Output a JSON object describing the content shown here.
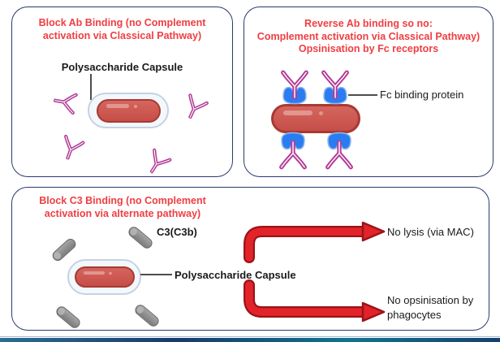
{
  "colors": {
    "title_red": "#ef3e42",
    "panel_border": "#2b3a6b",
    "antibody_magenta": "#b23a97",
    "bacterium_red": "#c54f48",
    "capsule_border": "#c6d2e2",
    "fc_protein_blue": "#2b7cf0",
    "c3_rod_gray": "#8f8f8f",
    "arrow_red": "#e2242a",
    "footer_teal": "#0f7490",
    "footer_navy": "#173a6f"
  },
  "panels": {
    "block_ab": {
      "title": "Block Ab Binding (no Complement\nactivation via Classical Pathway)",
      "capsule_label": "Polysaccharide Capsule"
    },
    "reverse_ab": {
      "title": "Reverse Ab binding so no:\nComplement activation via Classical Pathway)\nOpsinisation by Fc receptors",
      "fc_label": "Fc binding protein"
    },
    "block_c3": {
      "title": "Block C3 Binding (no Complement\nactivation via alternate pathway)",
      "c3_label": "C3(C3b)",
      "capsule_label": "Polysaccharide Capsule",
      "outcome_lysis": "No lysis (via MAC)",
      "outcome_opsonisation": "No opsinisation by\nphagocytes"
    }
  }
}
